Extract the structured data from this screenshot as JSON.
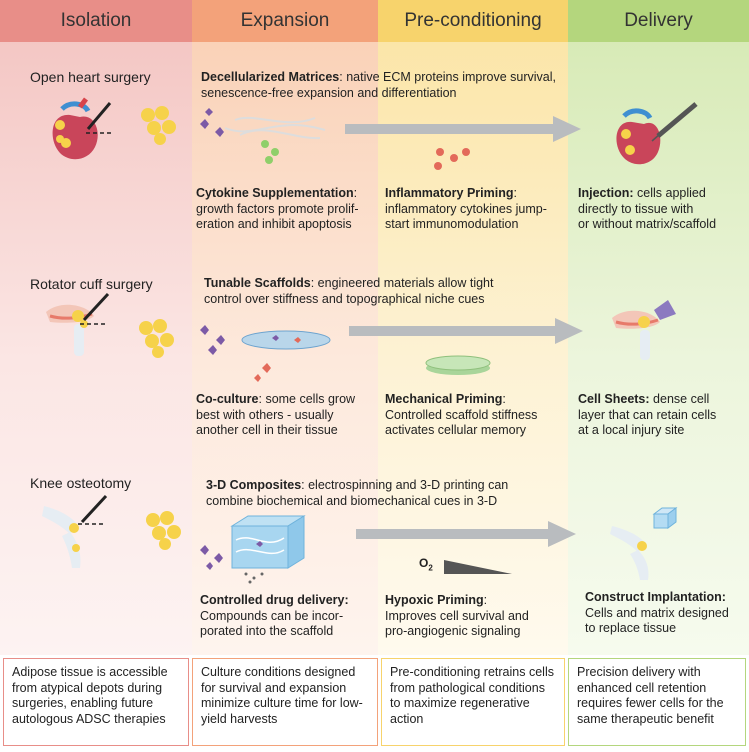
{
  "headers": {
    "isolation": "Isolation",
    "expansion": "Expansion",
    "preconditioning": "Pre-conditioning",
    "delivery": "Delivery"
  },
  "rows": [
    {
      "surgery": "Open heart surgery",
      "expansion_top": {
        "bold": "Decellularized Matrices",
        "text": ": native ECM proteins improve survival, senescence-free expansion and differentiation"
      },
      "expansion_bottom": {
        "bold": "Cytokine Supplementation",
        "text": ": growth factors promote proliferation and inhibit apoptosis",
        "line1": "growth factors promote prolif-",
        "line2": "eration and inhibit apoptosis"
      },
      "precond": {
        "bold": "Inflammatory Priming",
        "text": ":",
        "line1": "inflammatory cytokines jump-",
        "line2": "start immunomodulation"
      },
      "delivery": {
        "bold": "Injection:",
        "text": " cells applied",
        "line1": "directly to tissue with",
        "line2": "or without matrix/scaffold"
      }
    },
    {
      "surgery": "Rotator cuff surgery",
      "expansion_top": {
        "bold": "Tunable Scaffolds",
        "text": ": engineered materials allow tight control over stiffness and topographical niche cues"
      },
      "expansion_bottom": {
        "bold": "Co-culture",
        "text": ": some cells grow",
        "line1": "best with others - usually",
        "line2": "another cell in their tissue"
      },
      "precond": {
        "bold": "Mechanical Priming",
        "text": ":",
        "line1": "Controlled scaffold stiffness",
        "line2": "activates cellular memory"
      },
      "delivery": {
        "bold": "Cell Sheets:",
        "text": " dense cell",
        "line1": "layer that can retain cells",
        "line2": "at a local injury site"
      }
    },
    {
      "surgery": "Knee osteotomy",
      "expansion_top": {
        "bold": "3-D Composites",
        "text": ": electrospinning and 3-D printing can combine biochemical and biomechanical cues in 3-D"
      },
      "expansion_bottom": {
        "bold": "Controlled drug delivery:",
        "text": "",
        "line1": "Compounds can be incor-",
        "line2": "porated into the scaffold"
      },
      "precond": {
        "bold": "Hypoxic Priming",
        "text": ":",
        "line1": "Improves cell survival and",
        "line2": "pro-angiogenic signaling",
        "o2": "O",
        "o2sub": "2"
      },
      "delivery": {
        "bold": "Construct Implantation:",
        "text": "",
        "line1": "Cells and matrix designed",
        "line2": "to replace tissue"
      }
    }
  ],
  "summary": [
    "Adipose tissue is accessible from atypical depots during surgeries, enabling future autologous ADSC therapies",
    "Culture conditions designed for survival and expansion minimize culture time for low-yield harvests",
    "Pre-conditioning retrains cells from pathological conditions to maximize regenerative action",
    "Precision delivery with enhanced cell retention requires fewer cells for the same therapeutic benefit"
  ],
  "colors": {
    "isolation": "#e88e88",
    "expansion": "#f3a27a",
    "preconditioning": "#f7d36c",
    "delivery": "#b4d67d",
    "arrow": "#b9bcbf",
    "fat": "#f6d24a",
    "purple_cell": "#7c5aa6",
    "green_dot": "#8fcf6a",
    "red_dot": "#e36a5a"
  }
}
